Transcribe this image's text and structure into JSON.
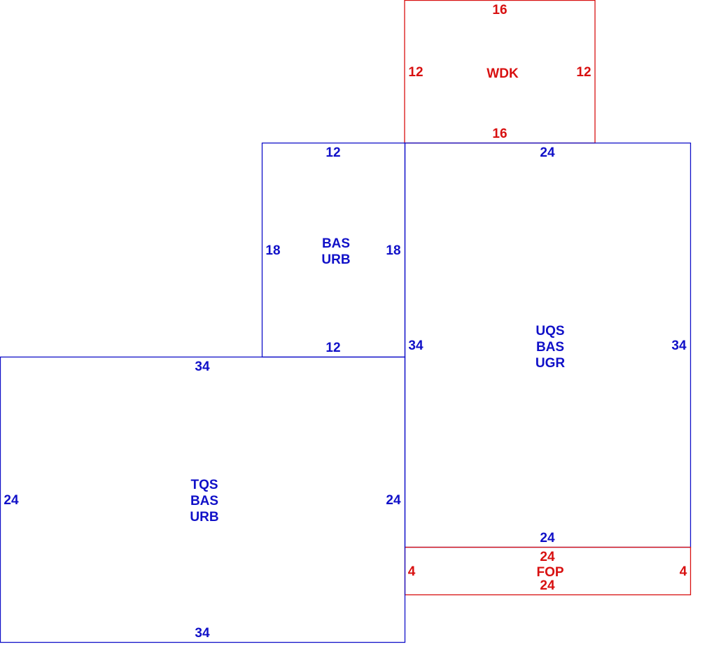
{
  "colors": {
    "line_blue": "#1010c8",
    "line_red": "#d81010",
    "background": "#ffffff"
  },
  "areas": {
    "wdk": {
      "codes": [
        "WDK"
      ],
      "top": "16",
      "bottom": "16",
      "left": "12",
      "right": "12"
    },
    "bas_small": {
      "codes": [
        "BAS",
        "URB"
      ],
      "top": "12",
      "bottom": "12",
      "left": "18",
      "right": "18"
    },
    "main": {
      "codes": [
        "UQS",
        "BAS",
        "UGR"
      ],
      "top": "24",
      "bottom": "24",
      "left": "34",
      "right": "34"
    },
    "fop": {
      "codes": [
        "FOP"
      ],
      "top": "24",
      "bottom": "24",
      "left": "4",
      "right": "4"
    },
    "tqs": {
      "codes": [
        "TQS",
        "BAS",
        "URB"
      ],
      "top": "34",
      "bottom": "34",
      "left": "24",
      "right": "24"
    }
  }
}
